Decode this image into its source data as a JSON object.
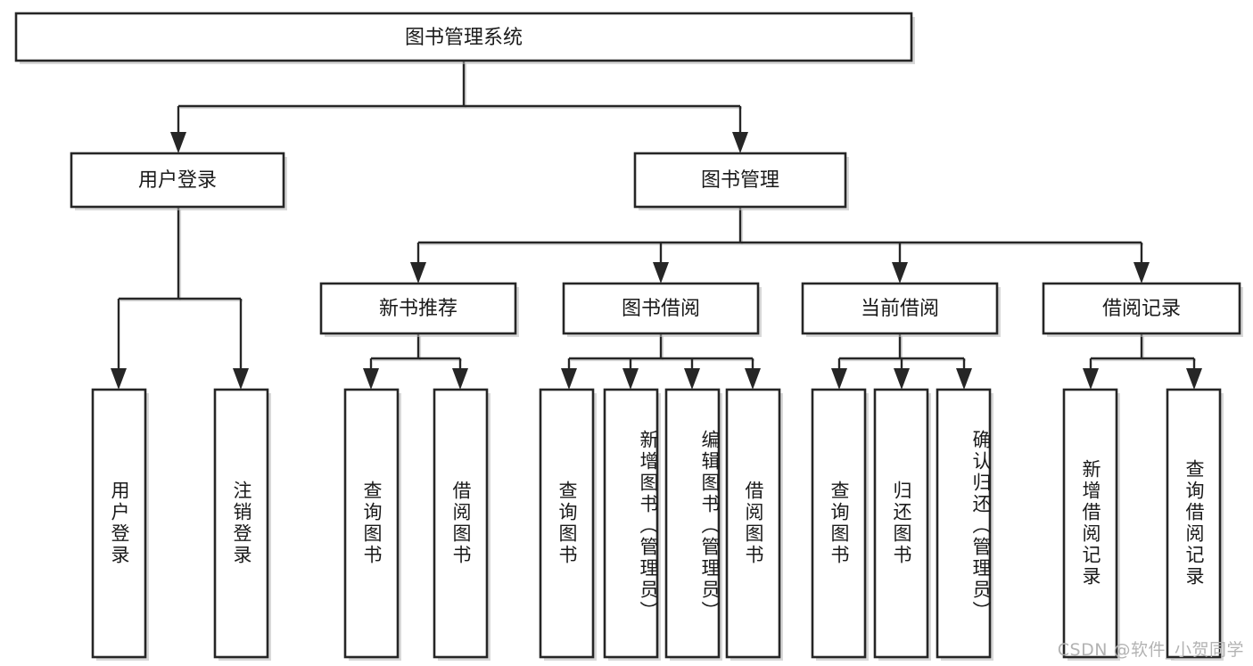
{
  "diagram": {
    "type": "tree",
    "title": "图书管理系统",
    "orientation": "top-down",
    "colors": {
      "box_fill": "#ffffff",
      "box_stroke": "#262626",
      "connector": "#262626",
      "text": "#1a1a1a",
      "watermark": "#b3b3b3",
      "background": "#ffffff"
    },
    "root": {
      "label": "图书管理系统",
      "orient": "horizontal"
    },
    "level2": [
      {
        "label": "用户登录",
        "orient": "horizontal"
      },
      {
        "label": "图书管理",
        "orient": "horizontal"
      }
    ],
    "level3": [
      {
        "label": "新书推荐",
        "orient": "horizontal"
      },
      {
        "label": "图书借阅",
        "orient": "horizontal"
      },
      {
        "label": "当前借阅",
        "orient": "horizontal"
      },
      {
        "label": "借阅记录",
        "orient": "horizontal"
      }
    ],
    "leaves": {
      "user_login": [
        {
          "label": "用户登录",
          "orient": "vertical"
        },
        {
          "label": "注销登录",
          "orient": "vertical"
        }
      ],
      "new_book_recommend": [
        {
          "label": "查询图书",
          "orient": "vertical"
        },
        {
          "label": "借阅图书",
          "orient": "vertical"
        }
      ],
      "book_borrow": [
        {
          "label": "查询图书",
          "orient": "vertical"
        },
        {
          "label": "新增图书（管理员）",
          "orient": "vertical"
        },
        {
          "label": "编辑图书（管理员）",
          "orient": "vertical"
        },
        {
          "label": "借阅图书",
          "orient": "vertical"
        }
      ],
      "current_borrow": [
        {
          "label": "查询图书",
          "orient": "vertical"
        },
        {
          "label": "归还图书",
          "orient": "vertical"
        },
        {
          "label": "确认归还（管理员）",
          "orient": "vertical"
        }
      ],
      "borrow_record": [
        {
          "label": "新增借阅记录",
          "orient": "vertical"
        },
        {
          "label": "查询借阅记录",
          "orient": "vertical"
        }
      ]
    }
  },
  "watermark": {
    "text": "CSDN @软件_小贺同学"
  }
}
